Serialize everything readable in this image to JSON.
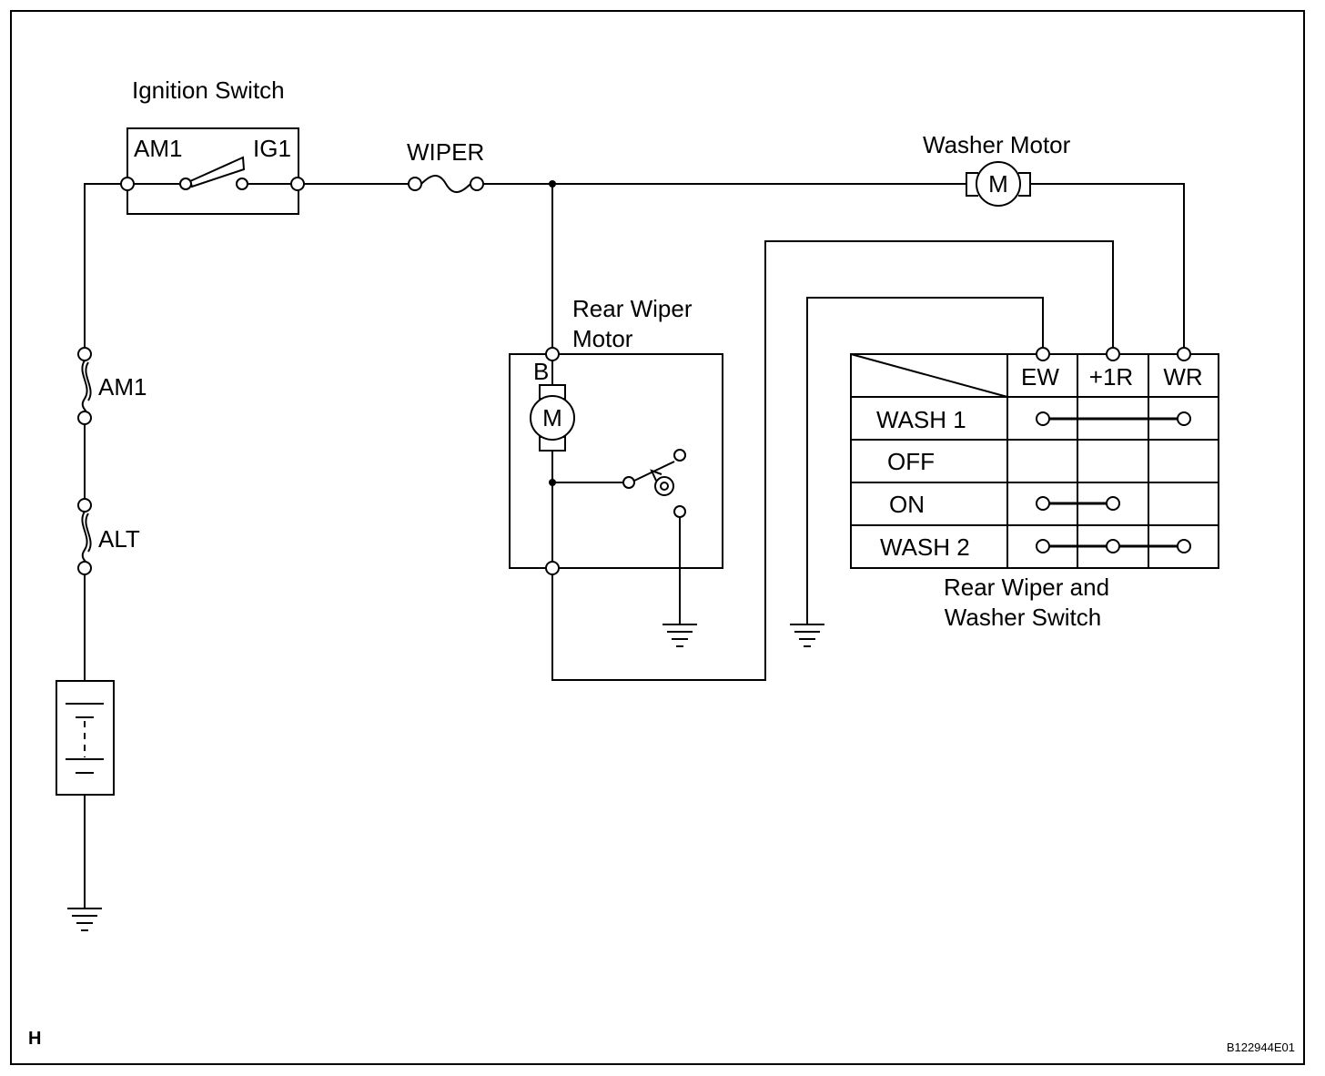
{
  "ignition_switch": {
    "title": "Ignition Switch",
    "terminal_left": "AM1",
    "terminal_right": "IG1"
  },
  "fuses": {
    "wiper": "WIPER",
    "am1": "AM1",
    "alt": "ALT"
  },
  "washer_motor": {
    "title": "Washer Motor",
    "symbol": "M"
  },
  "rear_wiper_motor": {
    "title_line1": "Rear Wiper",
    "title_line2": "Motor",
    "terminal_b": "B",
    "symbol": "M"
  },
  "switch_table": {
    "title_line1": "Rear Wiper and",
    "title_line2": "Washer Switch",
    "columns": [
      "EW",
      "+1R",
      "WR"
    ],
    "rows": [
      {
        "label": "WASH 1",
        "connects": [
          "EW",
          "WR"
        ]
      },
      {
        "label": "OFF",
        "connects": []
      },
      {
        "label": "ON",
        "connects": [
          "EW",
          "+1R"
        ]
      },
      {
        "label": "WASH 2",
        "connects": [
          "EW",
          "+1R",
          "WR"
        ]
      }
    ]
  },
  "corner_label": "H",
  "figure_code": "B122944E01"
}
